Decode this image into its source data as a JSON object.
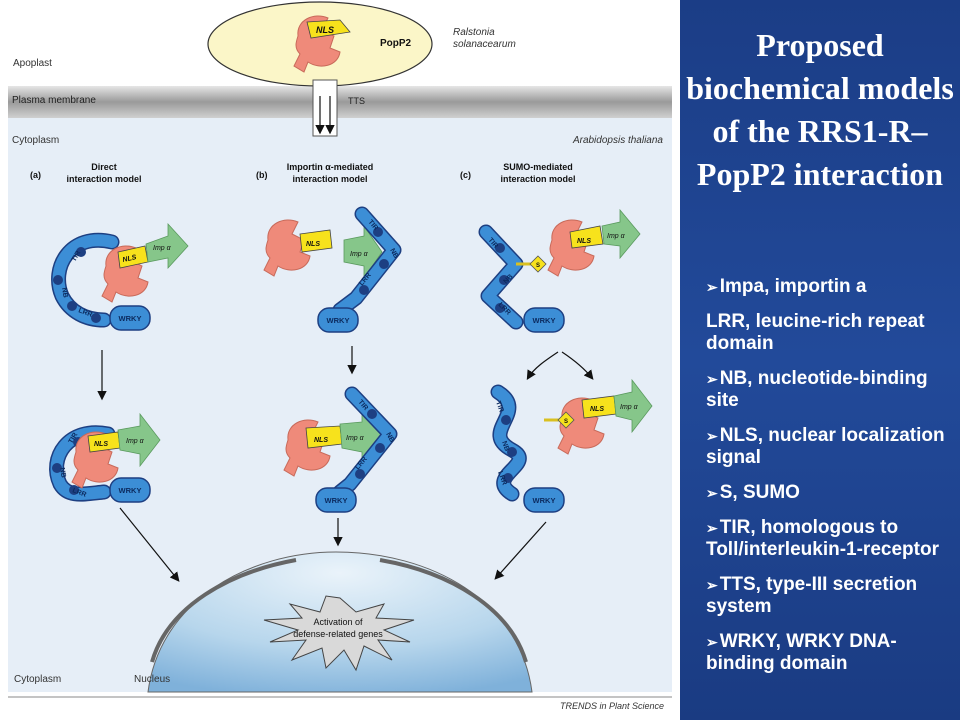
{
  "figure": {
    "pathogen": {
      "protein": "PopP2",
      "nls": "NLS",
      "organism_line1": "Ralstonia",
      "organism_line2": "solanacearum"
    },
    "regions": {
      "apoplast": "Apoplast",
      "plasma_membrane": "Plasma membrane",
      "tts": "TTS",
      "cytoplasm": "Cytoplasm",
      "plant": "Arabidopsis thaliana",
      "cytoplasm_bottom": "Cytoplasm",
      "nucleus": "Nucleus"
    },
    "models": [
      {
        "letter": "(a)",
        "line1": "Direct",
        "line2": "interaction model"
      },
      {
        "letter": "(b)",
        "line1": "Importin α-mediated",
        "line2": "interaction model"
      },
      {
        "letter": "(c)",
        "line1": "SUMO-mediated",
        "line2": "interaction model"
      }
    ],
    "domains": {
      "tir": "TIR",
      "nb": "NB",
      "lrr": "LRR",
      "wrky": "WRKY",
      "imp": "Imp α",
      "nls": "NLS",
      "s": "S"
    },
    "nucleus_text_line1": "Activation of",
    "nucleus_text_line2": "defense-related genes",
    "credit": "TRENDS in Plant Science"
  },
  "panel": {
    "title": "Proposed biochemical models of the RRS1-R–PopP2 interaction",
    "terms": [
      "Impa, importin a",
      "LRR, leucine-rich repeat domain",
      "NB, nucleotide-binding site",
      "NLS, nuclear localization signal",
      "S, SUMO",
      "TIR, homologous to Toll/interleukin-1-receptor",
      "TTS, type-III secretion system",
      "WRKY, WRKY DNA-binding domain"
    ],
    "bullet_terms_flags": [
      true,
      false,
      true,
      true,
      true,
      true,
      true,
      true
    ]
  },
  "colors": {
    "panel_bg": "#1e448f",
    "cytoplasm_bg": "#e6eef7",
    "protein_blue": "#3c8ed6",
    "nls_yellow": "#f7e21c",
    "imp_green": "#86c68a",
    "popp2_salmon": "#ef8a7a",
    "nucleus_blue": "#a9cde8"
  }
}
